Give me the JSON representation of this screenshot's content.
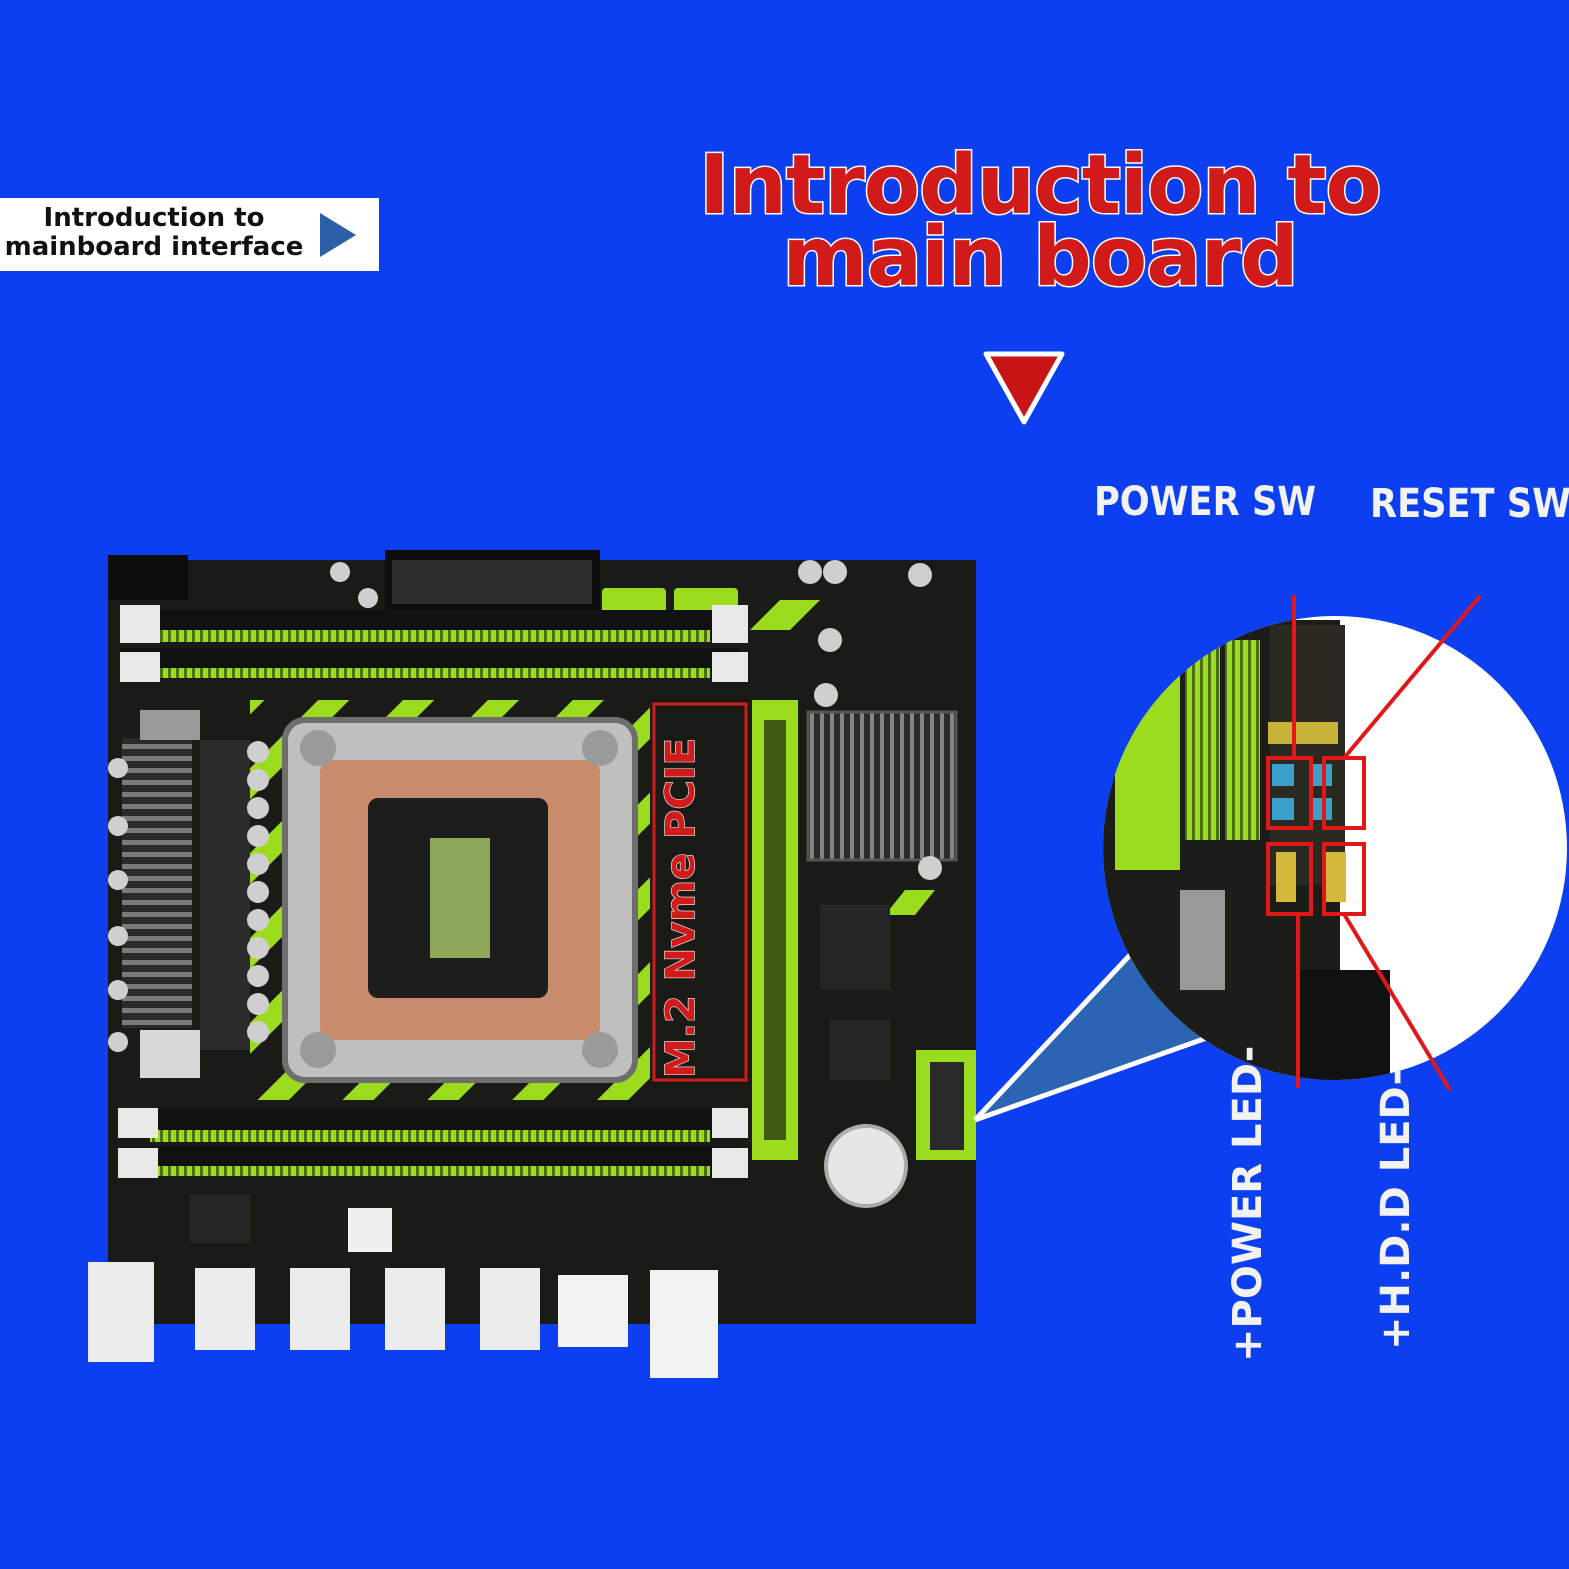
{
  "tag": {
    "line1": "Introduction to",
    "line2": "mainboard interface"
  },
  "title": {
    "line1": "Introduction to",
    "line2": "main board"
  },
  "board": {
    "m2_label": "M.2 Nvme PCIE"
  },
  "callouts": {
    "power_sw": "POWER SW",
    "reset_sw": "RESET SW",
    "power_led": "+POWER LED-",
    "hdd_led": "+H.D.D LED-"
  },
  "colors": {
    "background": "#0b3ff0",
    "title_red": "#d11a1a",
    "accent_green": "#9bdc1e",
    "pcb": "#1a1a17"
  }
}
